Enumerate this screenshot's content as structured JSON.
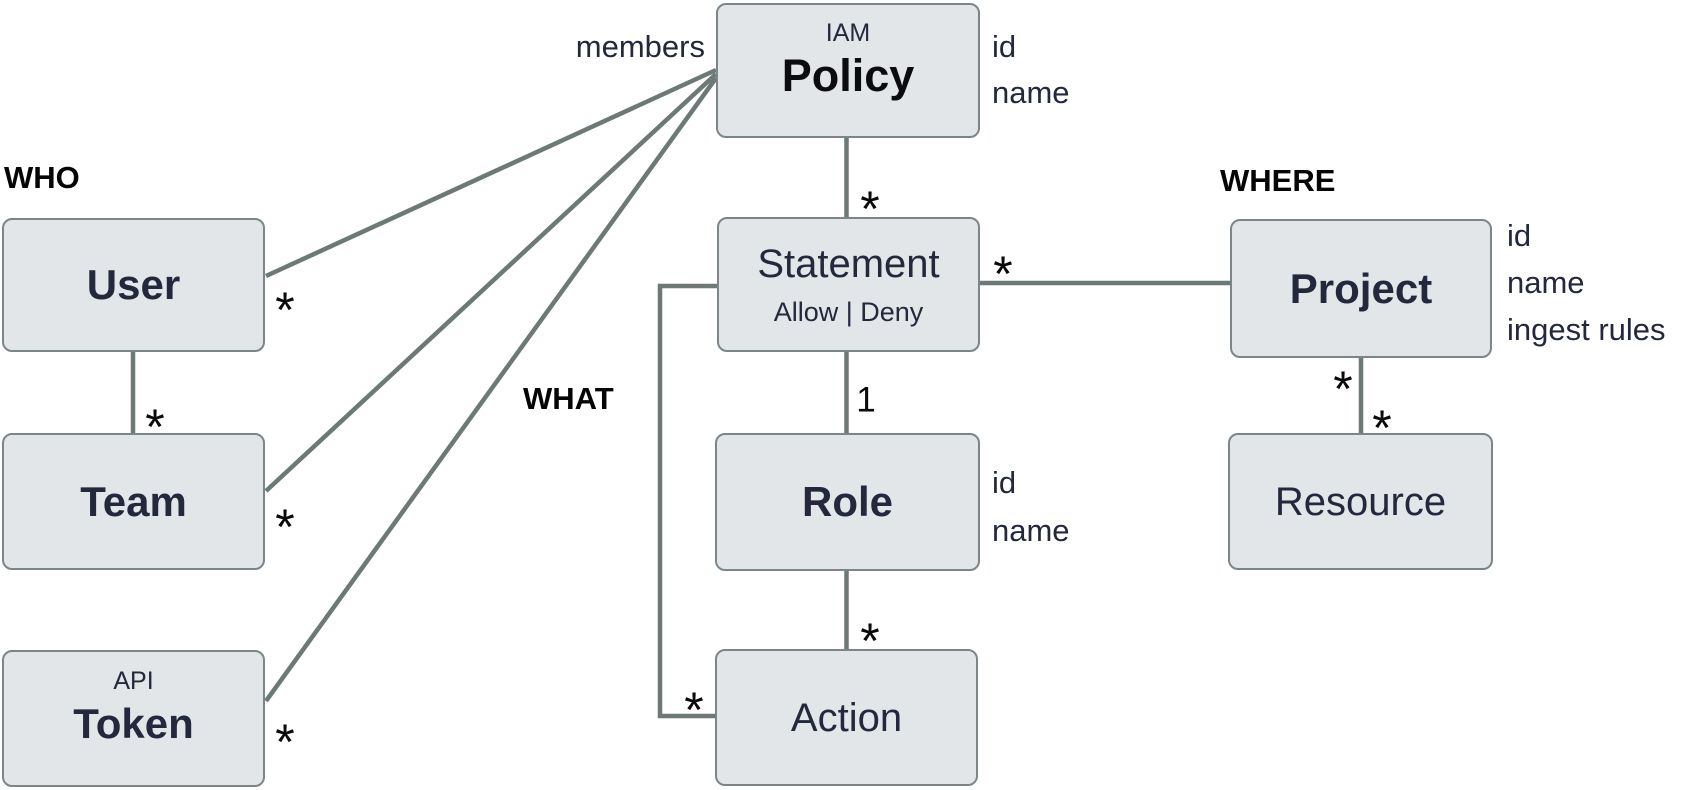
{
  "colors": {
    "box_fill": "#e3e6e9",
    "box_border": "#7c8689",
    "connector": "#6d7977",
    "text_dark": "#23283c",
    "label_black": "#050505"
  },
  "section_labels": {
    "who": "WHO",
    "what": "WHAT",
    "where": "WHERE"
  },
  "entities": {
    "policy": {
      "pretitle": "IAM",
      "title": "Policy",
      "attributes": [
        "id",
        "name"
      ]
    },
    "user": {
      "title": "User"
    },
    "team": {
      "title": "Team"
    },
    "token": {
      "pretitle": "API",
      "title": "Token"
    },
    "statement": {
      "title": "Statement",
      "subtitle": "Allow | Deny"
    },
    "role": {
      "title": "Role",
      "attributes": [
        "id",
        "name"
      ]
    },
    "action": {
      "title": "Action"
    },
    "project": {
      "title": "Project",
      "attributes": [
        "id",
        "name",
        "ingest rules"
      ]
    },
    "resource": {
      "title": "Resource"
    }
  },
  "edge_labels": {
    "members": "members"
  },
  "multiplicity": {
    "policy_statement": "*",
    "statement_role": "1",
    "role_action": "*",
    "statement_action": "*",
    "statement_project": "*",
    "user_team": "*",
    "project_resource_a": "*",
    "project_resource_b": "*",
    "user_policy": "*",
    "team_policy": "*",
    "token_policy": "*"
  }
}
